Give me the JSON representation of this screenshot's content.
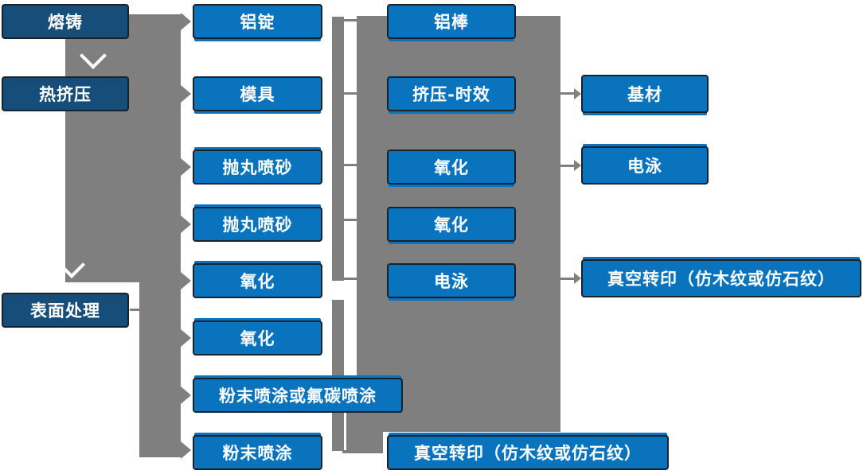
{
  "colors": {
    "box_dark_blue": "#174d79",
    "box_blue": "#0a73be",
    "connector_gray": "#7f7f7f",
    "box_border": "#17222d",
    "text": "#ffffff"
  },
  "nodes": [
    {
      "id": "melting-casting",
      "label": "熔铸"
    },
    {
      "id": "hot-extrusion",
      "label": "热挤压"
    },
    {
      "id": "surface-treatment",
      "label": "表面处理"
    },
    {
      "id": "aluminum-ingot",
      "label": "铝锭"
    },
    {
      "id": "mold",
      "label": "模具"
    },
    {
      "id": "shot-blasting-1",
      "label": "抛丸喷砂"
    },
    {
      "id": "shot-blasting-2",
      "label": "抛丸喷砂"
    },
    {
      "id": "oxidation-1",
      "label": "氧化"
    },
    {
      "id": "oxidation-2",
      "label": "氧化"
    },
    {
      "id": "powder-or-fluorocarbon-coating",
      "label": "粉末喷涂或氟碳喷涂"
    },
    {
      "id": "powder-coating",
      "label": "粉末喷涂"
    },
    {
      "id": "aluminum-rod",
      "label": "铝棒"
    },
    {
      "id": "extrusion-aging",
      "label": "挤压-时效"
    },
    {
      "id": "oxidation-3",
      "label": "氧化"
    },
    {
      "id": "oxidation-4",
      "label": "氧化"
    },
    {
      "id": "electrophoresis-1",
      "label": "电泳"
    },
    {
      "id": "vacuum-transfer-print-1",
      "label": "真空转印（仿木纹或仿石纹）"
    },
    {
      "id": "substrate",
      "label": "基材"
    },
    {
      "id": "electrophoresis-2",
      "label": "电泳"
    },
    {
      "id": "vacuum-transfer-print-2",
      "label": "真空转印（仿木纹或仿石纹）"
    }
  ]
}
